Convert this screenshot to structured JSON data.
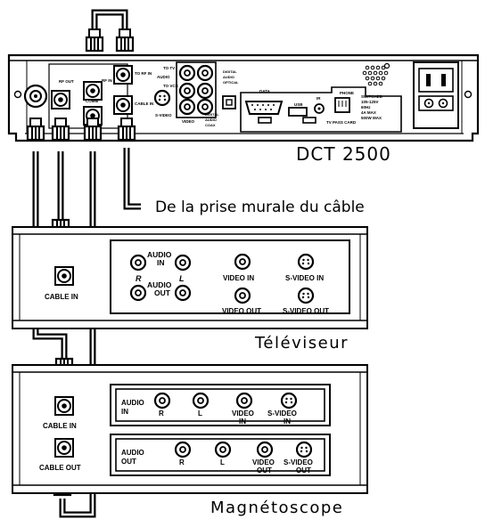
{
  "device": {
    "name": "DCT 2500",
    "rear_labels": {
      "rf_out": "RF OUT",
      "rf_in": "RF IN",
      "to_tv": "TO TV",
      "to_vcr": "TO VCR",
      "audio": "AUDIO",
      "video": "VIDEO",
      "svideo": "S-VIDEO",
      "cable_in": "CABLE IN",
      "to_rf_in": "TO RF IN",
      "comm": "COMM",
      "digital_audio_optical": [
        "DIGITAL",
        "AUDIO",
        "OPTICAL"
      ],
      "digital_audio_coax": [
        "DIGITAL",
        "AUDIO",
        "COAX"
      ],
      "data": "DATA",
      "usb": "USB",
      "ir": "IR",
      "phone": "PHONE",
      "tv_pass_card": "TV PASS CARD",
      "switched": [
        "SWITCHED",
        "105-125V",
        "60Hz",
        "4A MAX",
        "500W MAX"
      ]
    }
  },
  "wall_label": "De la prise murale du câble",
  "tv": {
    "name": "Téléviseur",
    "cable_in": "CABLE IN",
    "audio_in": "AUDIO IN",
    "audio_out": "AUDIO OUT",
    "r": "R",
    "l": "L",
    "video_in": "VIDEO IN",
    "video_out": "VIDEO OUT",
    "svideo_in": "S-VIDEO IN",
    "svideo_out": "S-VIDEO OUT"
  },
  "vcr": {
    "name": "Magnétoscope",
    "cable_in": "CABLE IN",
    "cable_out": "CABLE OUT",
    "in_row": {
      "audio": "AUDIO",
      "dir": "IN",
      "r": "R",
      "l": "L",
      "video": "VIDEO",
      "svideo": "S-VIDEO"
    },
    "out_row": {
      "audio": "AUDIO",
      "dir": "OUT",
      "r": "R",
      "l": "L",
      "video": "VIDEO",
      "svideo": "S-VIDEO"
    }
  }
}
